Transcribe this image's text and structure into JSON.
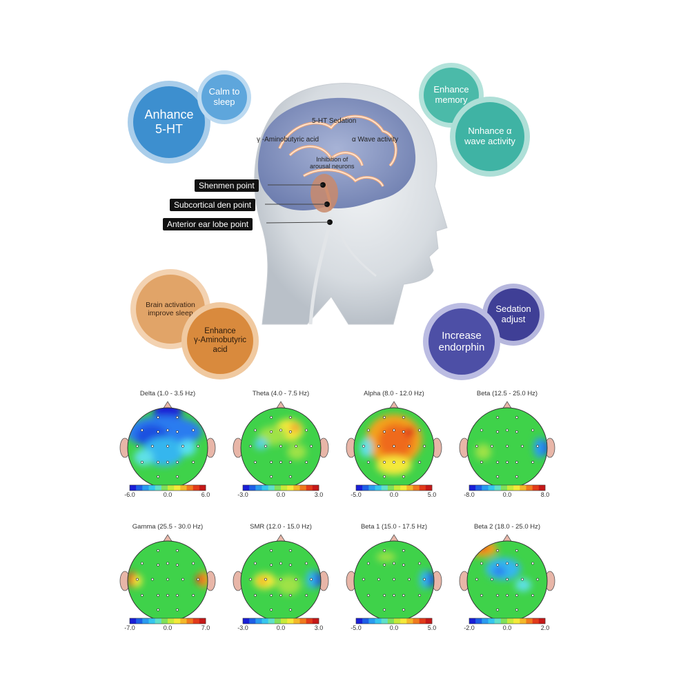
{
  "bubbles": {
    "anhance_5ht": "Anhance\n5-HT",
    "calm_to_sleep": "Calm to\nsleep",
    "enhance_memory": "Enhance\nmemory",
    "nnhance_alpha": "Nnhance α\nwave activity",
    "brain_activation": "Brain activation\nimprove sleep",
    "enhance_gaba": "Enhance\nγ-Aminobutyric\nacid",
    "sedation_adjust": "Sedation\nadjust",
    "increase_endorphin": "Increase\nendorphin"
  },
  "brain_labels": {
    "sedation": "5-HT Sedation",
    "gaba": "γ -Aminobutyric acid",
    "alpha": "α Wave activity",
    "inhibition": "Inhibition of\narousal neurons"
  },
  "points": {
    "shenmen": "Shenmen point",
    "subcortical": "Subcortical den point",
    "anterior": "Anterior ear lobe point"
  },
  "maps": [
    {
      "title": "Delta (1.0 - 3.5 Hz)",
      "ticks": [
        "-6.0",
        "0.0",
        "6.0"
      ],
      "pattern": "delta"
    },
    {
      "title": "Theta (4.0 - 7.5 Hz)",
      "ticks": [
        "-3.0",
        "0.0",
        "3.0"
      ],
      "pattern": "theta"
    },
    {
      "title": "Alpha (8.0 - 12.0 Hz)",
      "ticks": [
        "-5.0",
        "0.0",
        "5.0"
      ],
      "pattern": "alpha"
    },
    {
      "title": "Beta (12.5 - 25.0 Hz)",
      "ticks": [
        "-8.0",
        "0.0",
        "8.0"
      ],
      "pattern": "beta"
    },
    {
      "title": "Gamma (25.5 - 30.0 Hz)",
      "ticks": [
        "-7.0",
        "0.0",
        "7.0"
      ],
      "pattern": "gamma"
    },
    {
      "title": "SMR (12.0 - 15.0 Hz)",
      "ticks": [
        "-3.0",
        "0.0",
        "3.0"
      ],
      "pattern": "smr"
    },
    {
      "title": "Beta 1 (15.0 - 17.5 Hz)",
      "ticks": [
        "-5.0",
        "0.0",
        "5.0"
      ],
      "pattern": "beta1"
    },
    {
      "title": "Beta 2 (18.0 - 25.0 Hz)",
      "ticks": [
        "-2.0",
        "0.0",
        "2.0"
      ],
      "pattern": "beta2"
    }
  ],
  "colors": {
    "blue_bubble": "#3d8fcf",
    "teal_bubble": "#3fb3a4",
    "orange_bubble": "#d98a3d",
    "purple_bubble": "#4d4fa6",
    "map_green": "#3fd24a"
  }
}
